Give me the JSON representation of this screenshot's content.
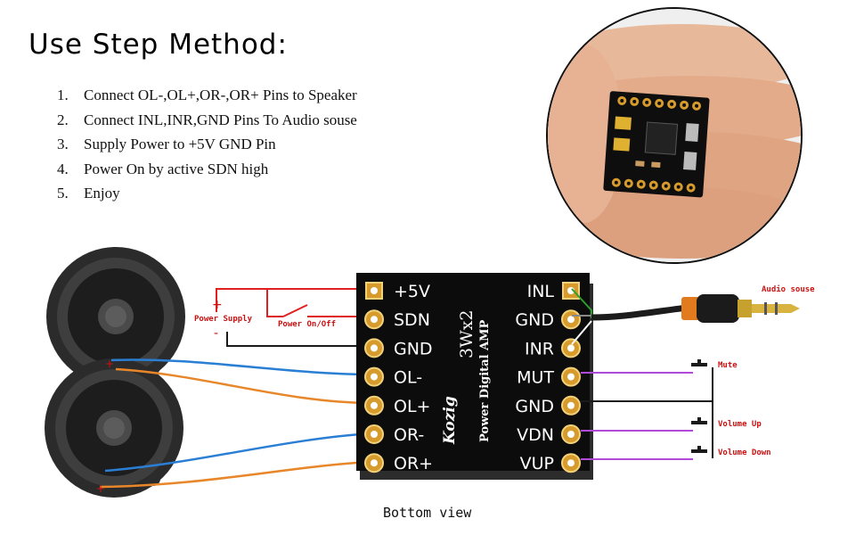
{
  "heading": "Use Step Method:",
  "steps": [
    {
      "num": "1.",
      "text": "Connect OL-,OL+,OR-,OR+ Pins to Speaker"
    },
    {
      "num": "2.",
      "text": "Connect INL,INR,GND Pins To Audio souse"
    },
    {
      "num": "3.",
      "text": "Supply Power to +5V GND Pin"
    },
    {
      "num": "4.",
      "text": "Power On by active SDN high"
    },
    {
      "num": "5.",
      "text": "Enjoy"
    }
  ],
  "board": {
    "brand": "Kozig",
    "model": "3Wx2",
    "subtitle": "Power Digital AMP",
    "left_pins": [
      "+5V",
      "SDN",
      "GND",
      "OL-",
      "OL+",
      "OR-",
      "OR+"
    ],
    "right_pins": [
      "INL",
      "GND",
      "INR",
      "MUT",
      "GND",
      "VDN",
      "VUP"
    ]
  },
  "labels": {
    "power_plus": "+",
    "power_minus": "-",
    "power_supply": "Power Supply",
    "power_switch": "Power On/Off",
    "audio_source": "Audio souse",
    "mute": "Mute",
    "volume_up": "Volume Up",
    "volume_down": "Volume Down",
    "bottom_view": "Bottom view"
  },
  "colors": {
    "power_wire": "#e02020",
    "ground_wire": "#1a1a1a",
    "left_speaker_wire": "#2a7fd4",
    "right_speaker_wire": "#e8862a",
    "button_wire": "#b04ad8",
    "audio_green": "#2aa02a",
    "board": "#0c0c0c"
  }
}
